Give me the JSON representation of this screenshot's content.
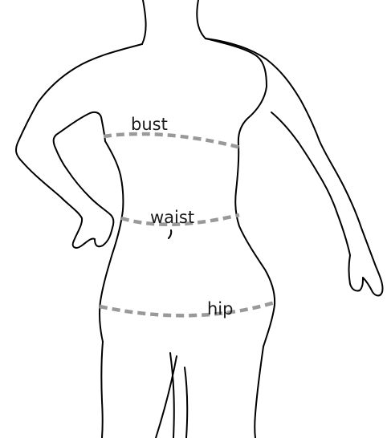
{
  "labels": {
    "bust": "bust",
    "waist": "waist",
    "hip": "hip"
  },
  "colors": {
    "outline": "#000000",
    "measure_line": "#999999",
    "label_text": "#1a1a1a",
    "background": "#ffffff"
  }
}
